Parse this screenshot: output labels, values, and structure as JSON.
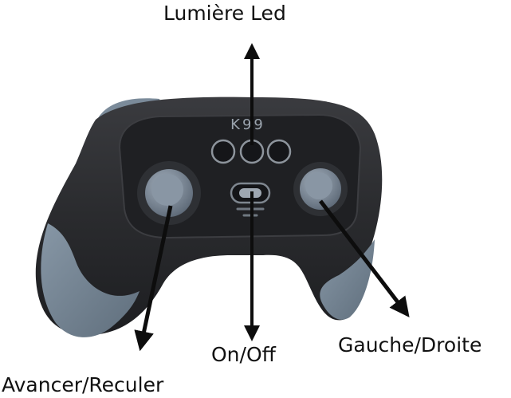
{
  "labels": {
    "led": "Lumière Led",
    "on_off": "On/Off",
    "left_right": "Gauche/Droite",
    "forward_backward": "Avancer/Reculer"
  },
  "controller": {
    "logo_text": "K99"
  },
  "colors": {
    "body": "#2b2c2f",
    "panel": "#1f2023",
    "grip": "#7c8c9c",
    "stick": "#7a8796",
    "arrow": "#0d0d0d",
    "text": "#111111"
  },
  "icons": [
    "led-button-icon",
    "power-switch-icon",
    "joystick-icon",
    "arrow-icon"
  ]
}
